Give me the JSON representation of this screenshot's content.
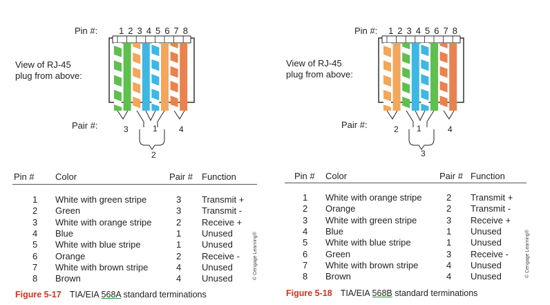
{
  "colors": {
    "green": "#5fbf4f",
    "orange": "#f4a65a",
    "blue": "#3db7e4",
    "brown": "#e9824e",
    "white": "#ffffff",
    "caption_red": "#d2331f",
    "underline": "#1b9c3c"
  },
  "diagrams": [
    {
      "pin_label": "Pin #:",
      "pin_numbers": "1 2 3 4 5 6 7 8",
      "view_label_1": "View of RJ-45",
      "view_label_2": "plug from above:",
      "pair_label": "Pair #:",
      "pair_3": "3",
      "pair_1": "1",
      "pair_4": "4",
      "pair_2": "2",
      "wires": [
        "white-green",
        "green",
        "white-orange",
        "blue",
        "white-blue",
        "orange",
        "white-brown",
        "brown"
      ]
    },
    {
      "pin_label": "Pin #:",
      "pin_numbers": "1 2 3 4 5 6 7 8",
      "view_label_1": "View of RJ-45",
      "view_label_2": "plug from above:",
      "pair_label": "Pair #:",
      "pair_3": "2",
      "pair_1": "1",
      "pair_4": "4",
      "pair_2": "3",
      "wires": [
        "white-orange",
        "orange",
        "white-green",
        "blue",
        "white-blue",
        "green",
        "white-brown",
        "brown"
      ]
    }
  ],
  "tables": [
    {
      "headers": {
        "pin": "Pin #",
        "color": "Color",
        "pair": "Pair #",
        "function": "Function"
      },
      "rows": [
        {
          "pin": "1",
          "color": "White with green stripe",
          "pair": "3",
          "function": "Transmit +"
        },
        {
          "pin": "2",
          "color": "Green",
          "pair": "3",
          "function": "Transmit -"
        },
        {
          "pin": "3",
          "color": "White with orange stripe",
          "pair": "2",
          "function": "Receive +"
        },
        {
          "pin": "4",
          "color": "Blue",
          "pair": "1",
          "function": "Unused"
        },
        {
          "pin": "5",
          "color": "White with blue stripe",
          "pair": "1",
          "function": "Unused"
        },
        {
          "pin": "6",
          "color": "Orange",
          "pair": "2",
          "function": "Receive -"
        },
        {
          "pin": "7",
          "color": "White with brown stripe",
          "pair": "4",
          "function": "Unused"
        },
        {
          "pin": "8",
          "color": "Brown",
          "pair": "4",
          "function": "Unused"
        }
      ]
    },
    {
      "headers": {
        "pin": "Pin #",
        "color": "Color",
        "pair": "Pair #",
        "function": "Function"
      },
      "rows": [
        {
          "pin": "1",
          "color": "White with orange stripe",
          "pair": "2",
          "function": "Transmit +"
        },
        {
          "pin": "2",
          "color": "Orange",
          "pair": "2",
          "function": "Transmit -"
        },
        {
          "pin": "3",
          "color": "White with green stripe",
          "pair": "3",
          "function": "Receive +"
        },
        {
          "pin": "4",
          "color": "Blue",
          "pair": "1",
          "function": "Unused"
        },
        {
          "pin": "5",
          "color": "White with blue stripe",
          "pair": "1",
          "function": "Unused"
        },
        {
          "pin": "6",
          "color": "Green",
          "pair": "3",
          "function": "Receive -"
        },
        {
          "pin": "7",
          "color": "White with brown stripe",
          "pair": "4",
          "function": "Unused"
        },
        {
          "pin": "8",
          "color": "Brown",
          "pair": "4",
          "function": "Unused"
        }
      ]
    }
  ],
  "captions": [
    {
      "figure": "Figure 5-17",
      "pre": "TIA/EIA ",
      "std": "568A",
      "post": " standard terminations"
    },
    {
      "figure": "Figure 5-18",
      "pre": "TIA/EIA ",
      "std": "568B",
      "post": " standard terminations"
    }
  ],
  "credit": "© Cengage Learning®"
}
